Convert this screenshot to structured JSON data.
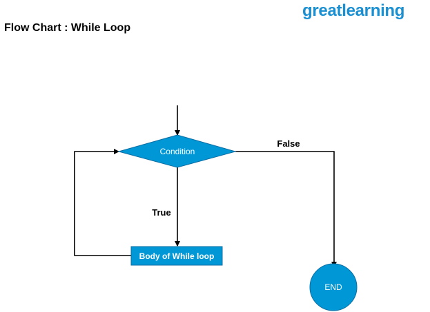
{
  "header": {
    "title": "Flow Chart : While Loop",
    "logo_part1": "great",
    "logo_part2": "learning"
  },
  "diagram": {
    "condition_label": "Condition",
    "body_label": "Body of While loop",
    "end_label": "END",
    "true_label": "True",
    "false_label": "False"
  },
  "colors": {
    "node_fill": "#0097d6",
    "node_stroke": "#0c6da3",
    "edge": "#000000",
    "brand": "#1a8fd1"
  }
}
